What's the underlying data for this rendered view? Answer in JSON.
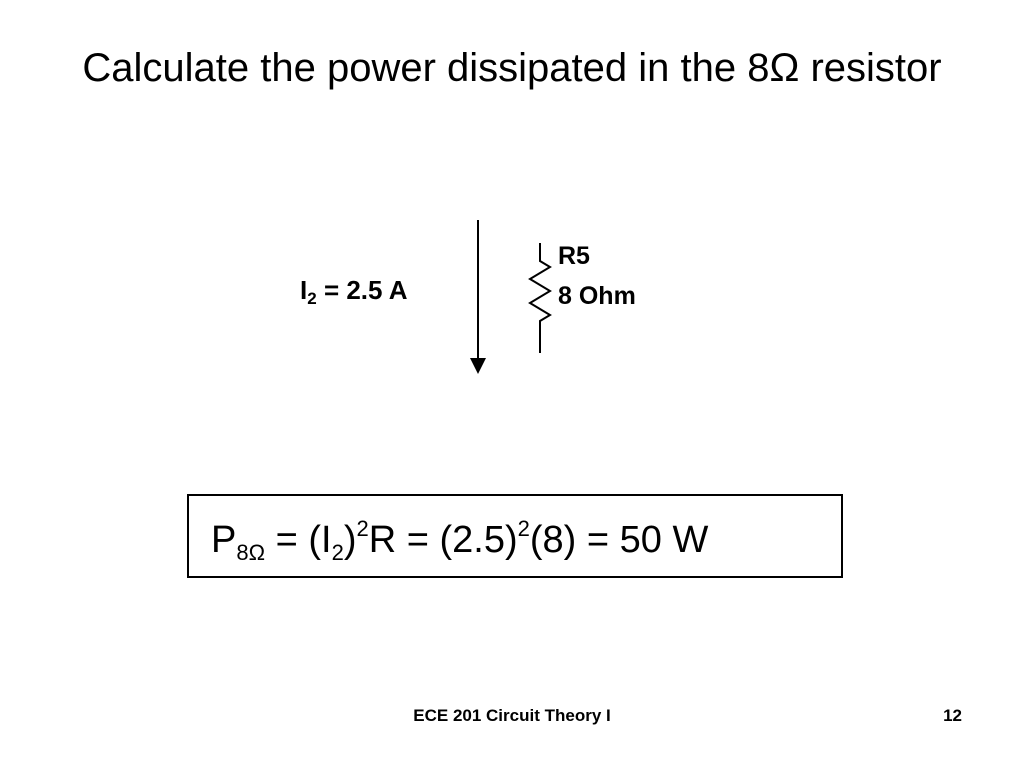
{
  "slide": {
    "title": "Calculate the power dissipated in the 8Ω resistor"
  },
  "circuit": {
    "current": {
      "symbol": "I",
      "subscript": "2",
      "value": "= 2.5 A"
    },
    "resistor": {
      "name": "R5",
      "value": "8 Ohm"
    }
  },
  "formula": {
    "p": "P",
    "p_sub": "8Ω",
    "eq1": " = (I",
    "i_sub": "2",
    "close1": ")",
    "sq1": "2",
    "r": "R = (2.5)",
    "sq2": "2",
    "result": "(8) = 50 W"
  },
  "footer": {
    "course": "ECE 201 Circuit Theory I",
    "page_number": "12"
  }
}
